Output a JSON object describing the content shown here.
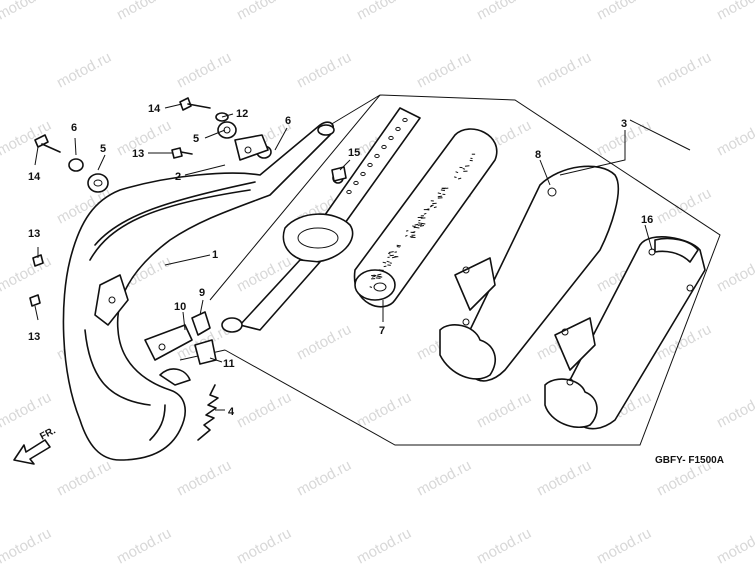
{
  "watermark": "motod.ru",
  "reference_code": "GBFY- F1500A",
  "front_marker": "FR.",
  "callouts": [
    "1",
    "2",
    "3",
    "4",
    "5",
    "5",
    "6",
    "6",
    "7",
    "8",
    "9",
    "10",
    "11",
    "12",
    "13",
    "13",
    "13",
    "14",
    "14",
    "15",
    "16"
  ]
}
